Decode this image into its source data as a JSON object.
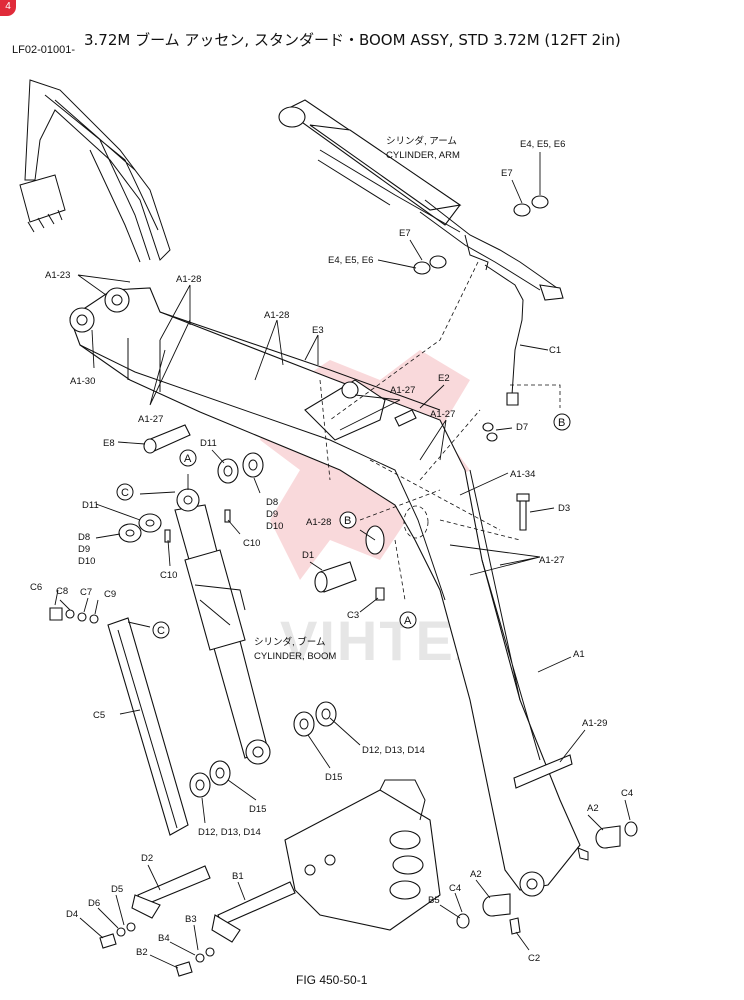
{
  "header": {
    "badge": "4",
    "doc_ref": "LF02-01001-",
    "title": "3.72M ブーム アッセン, スタンダード・BOOM ASSY, STD 3.72M (12FT 2in)"
  },
  "footer": {
    "figure": "FIG 450-50-1"
  },
  "watermark": {
    "text": "VIHTEX"
  },
  "captions": {
    "arm_cyl_jp": "シリンダ, アーム",
    "arm_cyl_en": "CYLINDER, ARM",
    "boom_cyl_jp": "シリンダ, ブーム",
    "boom_cyl_en": "CYLINDER, BOOM"
  },
  "refs": {
    "a": "A",
    "b": "B",
    "c": "C"
  },
  "labels": {
    "a1_23": "A1-23",
    "a1_28_top": "A1-28",
    "a1_30": "A1-30",
    "a1_28_mid": "A1-28",
    "e3": "E3",
    "a1_27_left": "A1-27",
    "e8": "E8",
    "d11_top": "D11",
    "d8_top": "D8",
    "d9_top": "D9",
    "d10_top": "D10",
    "d11_left": "D11",
    "d8_left": "D8",
    "d9_left": "D9",
    "d10_left": "D10",
    "c10_mid": "C10",
    "c10_left": "C10",
    "c6": "C6",
    "c8": "C8",
    "c7": "C7",
    "c9": "C9",
    "c5": "C5",
    "a1_28_center": "A1-28",
    "d1": "D1",
    "c3": "C3",
    "a1_27_center": "A1-27",
    "e2": "E2",
    "a1_27_right": "A1-27",
    "d7": "D7",
    "a1_34": "A1-34",
    "d3": "D3",
    "a1_27_low": "A1-27",
    "c1": "C1",
    "e4e5e6_top": "E4, E5, E6",
    "e7_top": "E7",
    "e7_mid": "E7",
    "e4e5e6_mid": "E4, E5, E6",
    "a1": "A1",
    "a1_29": "A1-29",
    "d12d13d14_right": "D12, D13, D14",
    "d15_right": "D15",
    "d15_low": "D15",
    "d12d13d14_low": "D12, D13, D14",
    "a2_right": "A2",
    "c4_right": "C4",
    "a2_low": "A2",
    "c4_low": "C4",
    "b5": "B5",
    "c2": "C2",
    "d2": "D2",
    "d5": "D5",
    "d6": "D6",
    "d4": "D4",
    "b1": "B1",
    "b3": "B3",
    "b4": "B4",
    "b2": "B2"
  }
}
